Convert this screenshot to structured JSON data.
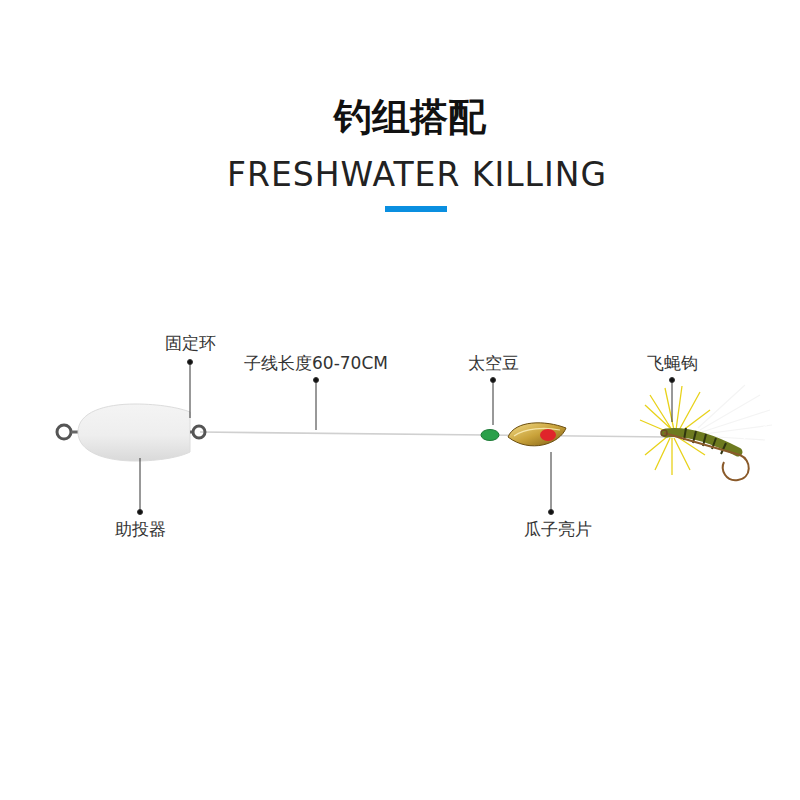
{
  "diagram": {
    "title": "钓组搭配",
    "labels": [
      "FRESHWATER KILLING",
      "固定环",
      "子线长度60-70CM",
      "太空豆",
      "飞蝇钩",
      "助投器",
      "瓜子亮片"
    ]
  }
}
